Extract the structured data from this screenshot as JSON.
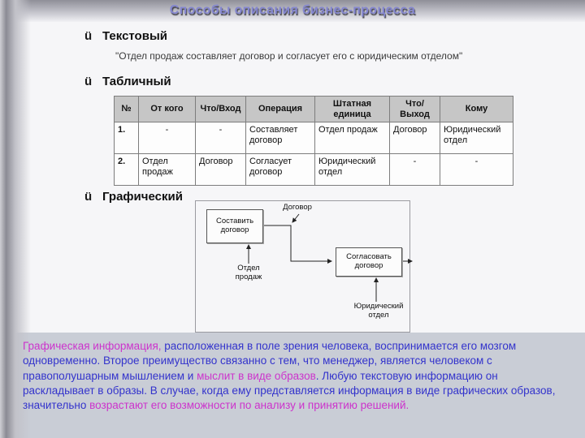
{
  "colors": {
    "title-color": "#8486cf",
    "text-blue": "#3333cc",
    "text-magenta": "#cc33cc",
    "table-header-bg": "#c6c6c6",
    "footer-bg": "#c9cdd6"
  },
  "slide": {
    "title": "Способы описания бизнес-процесса"
  },
  "sections": [
    {
      "bullet": "ü",
      "label": "Текстовый",
      "quote": "\"Отдел продаж составляет договор и согласует его с юридическим отделом\""
    },
    {
      "bullet": "ü",
      "label": "Табличный"
    },
    {
      "bullet": "ü",
      "label": "Графический"
    }
  ],
  "table": {
    "headers": [
      "№",
      "От кого",
      "Что/Вход",
      "Операция",
      "Штатная единица",
      "Что/ Выход",
      "Кому"
    ],
    "rows": [
      {
        "cells": [
          "1.",
          "-",
          "-",
          "Составляет договор",
          "Отдел продаж",
          "Договор",
          "Юридический отдел"
        ]
      },
      {
        "cells": [
          "2.",
          "Отдел продаж",
          "Договор",
          "Согласует договор",
          "Юридический отдел",
          "-",
          "-"
        ]
      }
    ]
  },
  "diagram": {
    "boxes": {
      "compose": "Составить договор",
      "agree": "Согласовать договор"
    },
    "labels": {
      "document": "Договор",
      "sales": "Отдел продаж",
      "legal": "Юридический отдел"
    }
  },
  "footer": {
    "segments": [
      {
        "text": "Графическая информация,",
        "color": "magenta"
      },
      {
        "text": " расположенная в поле зрения человека, воспринимается его мозгом одновременно. Второе преимущество связанно с тем, что менеджер, является человеком с правополушарным мышлением и ",
        "color": "blue"
      },
      {
        "text": "мыслит в виде образов",
        "color": "magenta"
      },
      {
        "text": ". Любую текстовую информацию он раскладывает в образы. В случае, когда ему представляется информация в виде графических образов, значительно ",
        "color": "blue"
      },
      {
        "text": "возрастают его возможности по анализу и принятию решений.",
        "color": "magenta"
      }
    ]
  }
}
